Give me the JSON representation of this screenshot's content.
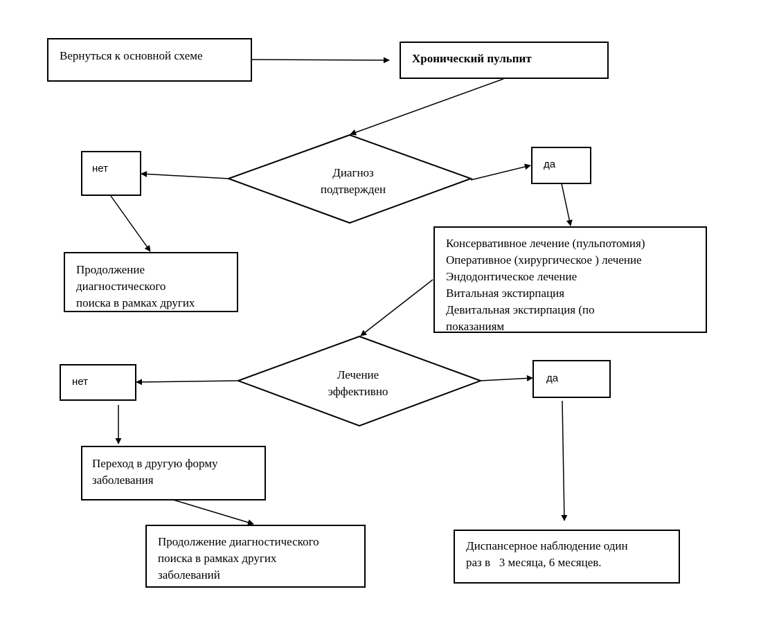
{
  "nodes": {
    "return_main": "Вернуться к основной схеме",
    "chronic_pulpitis": "Хронический пульпит",
    "diagnosis_confirmed": [
      "Диагноз",
      "подтвержден"
    ],
    "no_1": "нет",
    "yes_1": "да",
    "continue_search_1": [
      "Продолжение",
      "диагностического",
      "поиска в рамках других"
    ],
    "treatments": [
      "Консервативное лечение (пульпотомия)",
      "Оперативное (хирургическое ) лечение",
      "Эндодонтическое лечение",
      "Витальная экстирпация",
      "Девитальная экстирпация (по",
      "показаниям"
    ],
    "treatment_effective": [
      "Лечение",
      "эффективно"
    ],
    "no_2": "нет",
    "yes_2": "да",
    "transition_other_form": [
      "Переход в другую форму",
      "заболевания"
    ],
    "continue_search_2": [
      "Продолжение диагностического",
      "поиска в рамках других",
      "заболеваний"
    ],
    "dispensary": [
      "Диспансерное наблюдение один",
      "раз в   3 месяца, 6 месяцев."
    ]
  },
  "colors": {
    "stroke": "#000000",
    "background": "#ffffff"
  }
}
